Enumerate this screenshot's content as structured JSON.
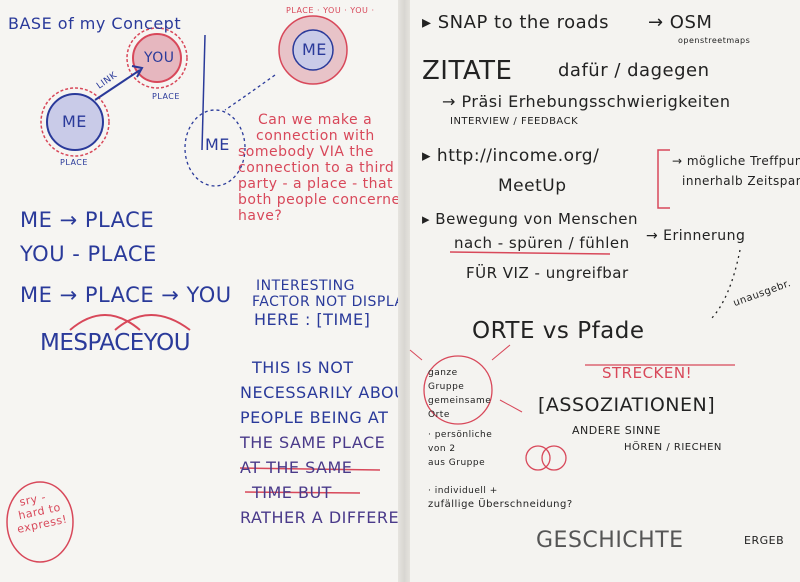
{
  "left": {
    "title": "BASE of my Concept",
    "diagram1": {
      "me": "ME",
      "you": "YOU",
      "link": "LINK",
      "place1": "PLACE",
      "place2": "PLACE"
    },
    "diagram2": {
      "me": "ME",
      "ring": "PLACE · YOU · YOU ·"
    },
    "dotted_me": "ME",
    "question_lines": [
      "Can we make a",
      "connection with",
      "somebody VIA the",
      "connection to a third",
      "party - a place - that",
      "both people concerned",
      "have?"
    ],
    "formulas": [
      "ME → PLACE",
      "YOU - PLACE",
      "ME → PLACE → YOU",
      "MESPACEYOU"
    ],
    "interesting_lines": [
      "INTERESTING",
      "FACTOR NOT DISPLAYED",
      "HERE : [TIME]"
    ],
    "note_lines": [
      "THIS IS NOT",
      "NECESSARILY ABOUT",
      "PEOPLE BEING AT",
      "THE SAME PLACE",
      "AT THE SAME",
      "TIME BUT",
      "RATHER A DIFFERENT."
    ],
    "sorry_lines": [
      "sry -",
      "hard to",
      "express!"
    ]
  },
  "right": {
    "snap": "▸ SNAP to the roads",
    "osm": "→ OSM",
    "osm_sub": "openstreetmaps",
    "zitate": "ZITATE",
    "dafuer": "dafür / dagegen",
    "praesi": "→ Präsi Erhebungsschwierigkeiten",
    "interview": "INTERVIEW / FEEDBACK",
    "income": "▸ http://income.org/",
    "meetup": "MeetUp",
    "moegliche": "→ mögliche Treffpunkte",
    "innerhalb": "innerhalb Zeitspanne",
    "bewegung": "▸ Bewegung von Menschen",
    "nach": "nach - spüren / fühlen",
    "erinnerung": "→ Erinnerung",
    "fuer_viz": "FÜR VIZ - ungreifbar",
    "unausgeb": "unausgebr.",
    "orte": "ORTE vs Pfade",
    "strecken": "STRECKEN!",
    "bullets": [
      "ganze",
      "Gruppe",
      "gemeinsame",
      "Orte",
      "· persönliche",
      "von 2",
      "aus Gruppe",
      "· individuell +",
      "zufällige Überschneidung?"
    ],
    "assoziationen": "[ASSOZIATIONEN]",
    "andere": "ANDERE SINNE",
    "hoeren": "HÖREN / RIECHEN",
    "geschichte": "GESCHICHTE",
    "ergeb": "ERGEB"
  },
  "colors": {
    "blue": "#2a3a9a",
    "red": "#d8485a",
    "ink": "#222222",
    "paper": "#f4f3f0"
  }
}
